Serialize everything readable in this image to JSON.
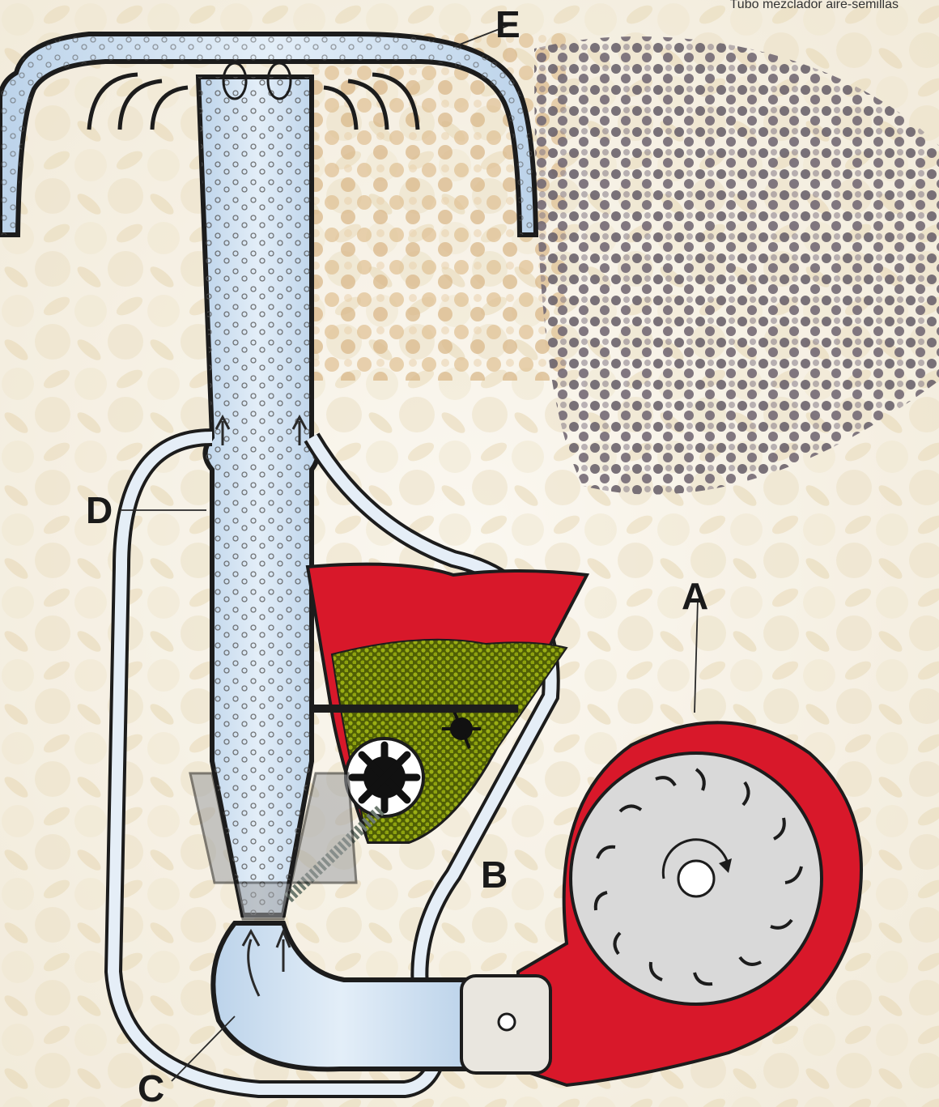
{
  "caption": "Tubo mezclador aire-semillas",
  "callouts": {
    "a": "A",
    "b": "B",
    "c": "C",
    "d": "D",
    "e": "E"
  },
  "colors": {
    "fan_housing_red": "#d8182a",
    "hopper_red": "#d8182a",
    "seed_green": "#7a8a12",
    "air_tube_blue": "#cfe0ef",
    "air_tube_outline": "#1c1c1c",
    "fan_impeller_grey": "#d9d9d9",
    "background_seed_beige": "#e8d9b5",
    "background_seed_dark": "#3a2f3f"
  },
  "icons": {
    "fan_rotation": "clockwise-arrow-icon",
    "air_flow": "airflow-arrow-icon",
    "metering_wheel": "star-wheel-icon"
  }
}
